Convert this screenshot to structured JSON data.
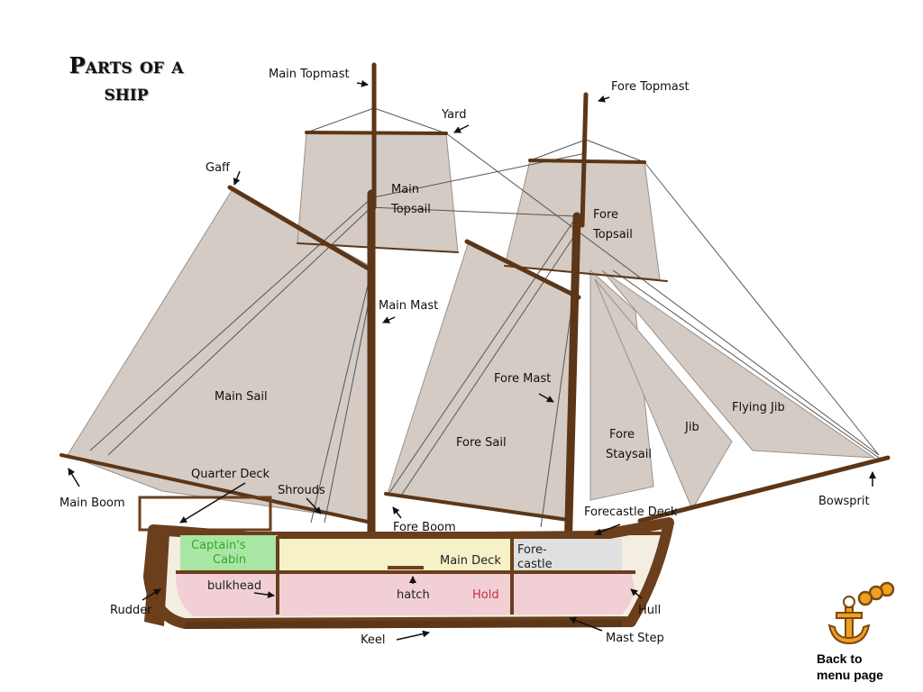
{
  "title": {
    "line1": "Parts of a",
    "line2": "ship"
  },
  "labels": {
    "main_topmast": "Main Topmast",
    "fore_topmast": "Fore Topmast",
    "yard": "Yard",
    "gaff": "Gaff",
    "main_topsail_1": "Main",
    "main_topsail_2": "Topsail",
    "fore_topsail_1": "Fore",
    "fore_topsail_2": "Topsail",
    "main_mast": "Main Mast",
    "main_sail": "Main Sail",
    "fore_mast": "Fore Mast",
    "fore_sail": "Fore Sail",
    "fore_staysail_1": "Fore",
    "fore_staysail_2": "Staysail",
    "jib": "Jib",
    "flying_jib": "Flying Jib",
    "quarter_deck": "Quarter Deck",
    "shrouds": "Shrouds",
    "main_boom": "Main Boom",
    "fore_boom": "Fore Boom",
    "forecastle_deck": "Forecastle Deck",
    "bowsprit": "Bowsprit",
    "captains_cabin_1": "Captain's",
    "captains_cabin_2": "Cabin",
    "main_deck": "Main Deck",
    "forecastle_1": "Fore-",
    "forecastle_2": "castle",
    "bulkhead": "bulkhead",
    "hatch": "hatch",
    "hold": "Hold",
    "rudder": "Rudder",
    "hull": "Hull",
    "keel": "Keel",
    "mast_step": "Mast Step"
  },
  "back_link": {
    "line1": "Back to",
    "line2": "menu page"
  },
  "colors": {
    "sail": "#d3cbc4",
    "wood": "#5c3617",
    "hull": "#6b3e1c",
    "cabin": "#a9e6a4",
    "main_deck": "#f6f1c6",
    "forecastle": "#e0e0e0",
    "hold": "#f1cfd5",
    "cabin_text": "#2fa82f",
    "hold_text": "#c03040",
    "anchor": "#f0a020"
  },
  "icons": {
    "back_icon": "anchor-icon"
  }
}
